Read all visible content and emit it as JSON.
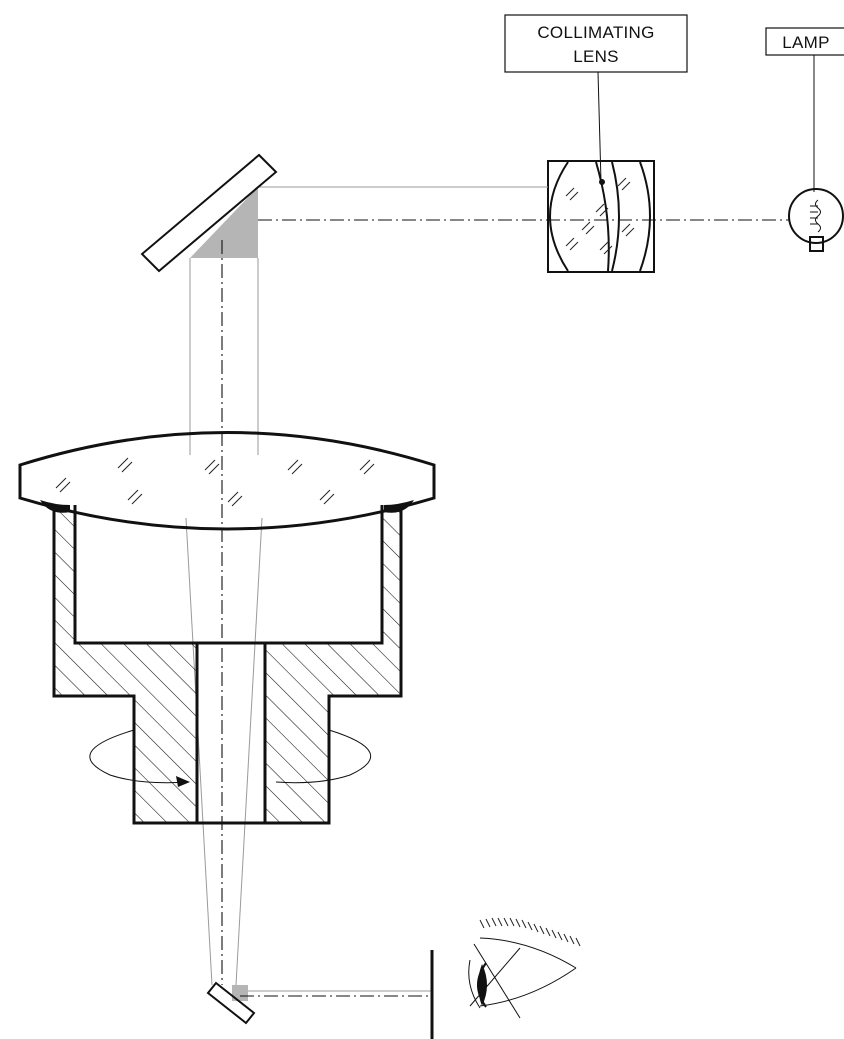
{
  "labels": {
    "collimating_lens_line1": "COLLIMATING",
    "collimating_lens_line2": "LENS",
    "lamp": "LAMP"
  },
  "colors": {
    "ink": "#111111",
    "beam_shade": "#b5b5b5",
    "ray_gray": "#9a9a9a",
    "background": "#ffffff"
  }
}
